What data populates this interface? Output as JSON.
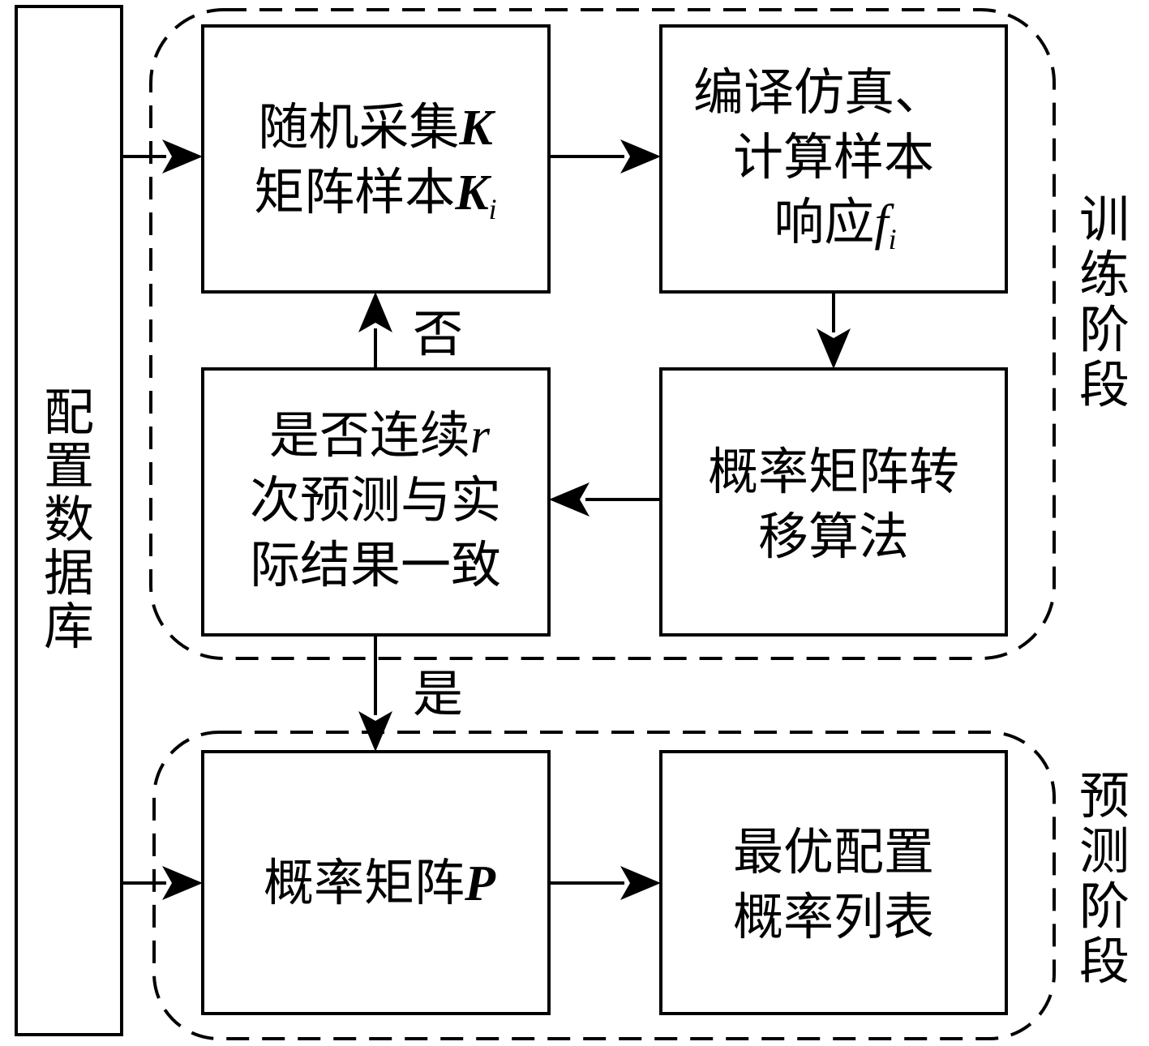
{
  "database": {
    "label": "配置数据库"
  },
  "stages": {
    "training": "训练阶段",
    "prediction": "预测阶段"
  },
  "boxes": {
    "sample": {
      "line1": "随机采集",
      "line1_sym": "K",
      "line2": "矩阵样本",
      "line2_sym": "K",
      "line2_sub": "i"
    },
    "simulate": {
      "line1": "编译仿真、",
      "line2": "计算样本",
      "line3": "响应",
      "line3_sym": "f",
      "line3_sub": "i"
    },
    "transfer": {
      "line1": "概率矩阵转",
      "line2": "移算法"
    },
    "check": {
      "line1": "是否连续",
      "line1_sym": "r",
      "line2": "次预测与实",
      "line3": "际结果一致"
    },
    "matrix": {
      "line1": "概率矩阵",
      "line1_sym": "P"
    },
    "result": {
      "line1": "最优配置",
      "line2": "概率列表"
    }
  },
  "edges": {
    "no": "否",
    "yes": "是"
  }
}
